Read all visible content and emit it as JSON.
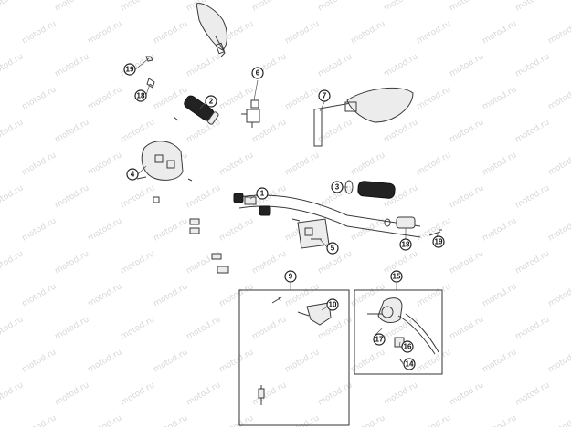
{
  "watermark": {
    "text": "motod.ru"
  },
  "callouts": [
    {
      "id": "c1",
      "label": "1"
    },
    {
      "id": "c2",
      "label": "2"
    },
    {
      "id": "c3",
      "label": "3"
    },
    {
      "id": "c4",
      "label": "4"
    },
    {
      "id": "c5",
      "label": "5"
    },
    {
      "id": "c6",
      "label": "6"
    },
    {
      "id": "c7",
      "label": "7"
    },
    {
      "id": "c9",
      "label": "9"
    },
    {
      "id": "c10",
      "label": "10"
    },
    {
      "id": "c14",
      "label": "14"
    },
    {
      "id": "c15",
      "label": "15"
    },
    {
      "id": "c16",
      "label": "16"
    },
    {
      "id": "c17",
      "label": "17"
    },
    {
      "id": "c18a",
      "label": "18"
    },
    {
      "id": "c18b",
      "label": "18"
    },
    {
      "id": "c19a",
      "label": "19"
    },
    {
      "id": "c19b",
      "label": "19"
    }
  ]
}
